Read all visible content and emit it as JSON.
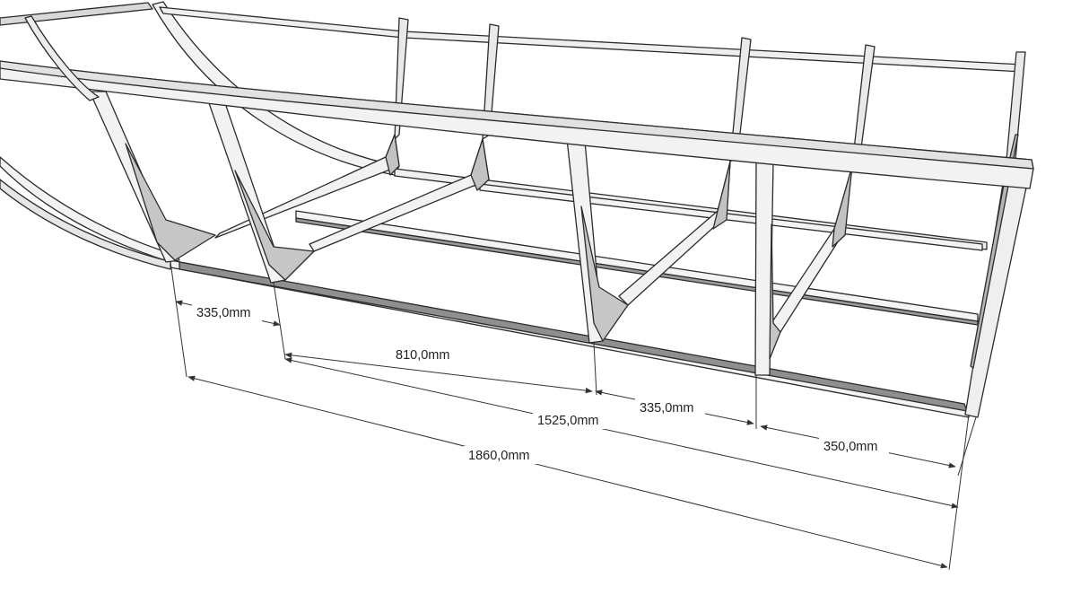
{
  "colors": {
    "background": "#ffffff",
    "frame_fill": "#f2f2f2",
    "frame_shadow": "#c8c8c8",
    "frame_dark": "#8a8a8a",
    "outline": "#2b2b2b",
    "dimension_line": "#333333"
  },
  "dimensions": {
    "d1": "335,0mm",
    "d2": "810,0mm",
    "d3": "335,0mm",
    "d4": "350,0mm",
    "d5": "1525,0mm",
    "d6": "1860,0mm"
  }
}
